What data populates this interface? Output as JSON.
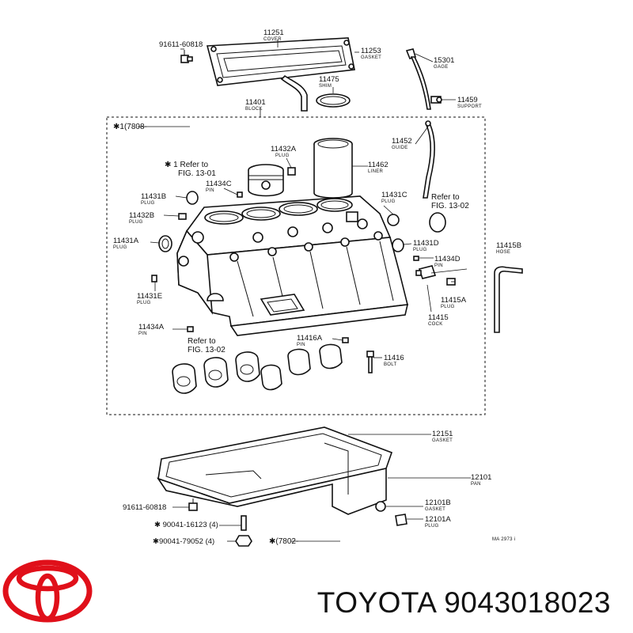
{
  "brand": {
    "caption": "TOYOTA 9043018023",
    "logo_color": "#e0101a"
  },
  "parts": [
    {
      "id": "p91611a",
      "num": "91611-60818",
      "sub": ""
    },
    {
      "id": "p11251",
      "num": "11251",
      "sub": "COVER"
    },
    {
      "id": "p11253",
      "num": "11253",
      "sub": "GASKET"
    },
    {
      "id": "p15301",
      "num": "15301",
      "sub": "GAGE"
    },
    {
      "id": "p11475",
      "num": "11475",
      "sub": "SHIM"
    },
    {
      "id": "p11459",
      "num": "11459",
      "sub": "SUPPORT"
    },
    {
      "id": "p11401",
      "num": "11401",
      "sub": "BLOCK"
    },
    {
      "id": "p11452",
      "num": "11452",
      "sub": "GUIDE"
    },
    {
      "id": "p11432A",
      "num": "11432A",
      "sub": "PLUG"
    },
    {
      "id": "p11462",
      "num": "11462",
      "sub": "LINER"
    },
    {
      "id": "p11434C",
      "num": "11434C",
      "sub": "PIN"
    },
    {
      "id": "p11431B",
      "num": "11431B",
      "sub": "PLUG"
    },
    {
      "id": "p11431C",
      "num": "11431C",
      "sub": "PLUG"
    },
    {
      "id": "p11432B",
      "num": "11432B",
      "sub": "PLUG"
    },
    {
      "id": "p11431A",
      "num": "11431A",
      "sub": "PLUG"
    },
    {
      "id": "p11431D",
      "num": "11431D",
      "sub": "PLUG"
    },
    {
      "id": "p11415B",
      "num": "11415B",
      "sub": "HOSE"
    },
    {
      "id": "p11434D",
      "num": "11434D",
      "sub": "PIN"
    },
    {
      "id": "p11431E",
      "num": "11431E",
      "sub": "PLUG"
    },
    {
      "id": "p11415A",
      "num": "11415A",
      "sub": "PLUG"
    },
    {
      "id": "p11415",
      "num": "11415",
      "sub": "COCK"
    },
    {
      "id": "p11434A",
      "num": "11434A",
      "sub": "PIN"
    },
    {
      "id": "p11416A",
      "num": "11416A",
      "sub": "PIN"
    },
    {
      "id": "p11416",
      "num": "11416",
      "sub": "BOLT"
    },
    {
      "id": "p12151",
      "num": "12151",
      "sub": "GASKET"
    },
    {
      "id": "p12101",
      "num": "12101",
      "sub": "PAN"
    },
    {
      "id": "p91611b",
      "num": "91611-60818",
      "sub": ""
    },
    {
      "id": "p12101B",
      "num": "12101B",
      "sub": "GASKET"
    },
    {
      "id": "p90041a",
      "num": "✱ 90041-16123 (4)",
      "sub": ""
    },
    {
      "id": "p12101A",
      "num": "12101A",
      "sub": "PLUG"
    },
    {
      "id": "p90041b",
      "num": "✱90041-79052 (4)",
      "sub": ""
    }
  ],
  "refs": {
    "star1_note_1": "✱ 1 Refer to",
    "star1_note_2": "FIG. 13-01",
    "fig1302_right_1": "Refer to",
    "fig1302_right_2": "FIG. 13-02",
    "fig1302_bottom_1": "Refer to",
    "fig1302_bottom_2": "FIG. 13-02",
    "box_label": "✱1(7808-",
    "bottom_range": "✱(7802-",
    "drawing_code": "MA 2973 i"
  }
}
